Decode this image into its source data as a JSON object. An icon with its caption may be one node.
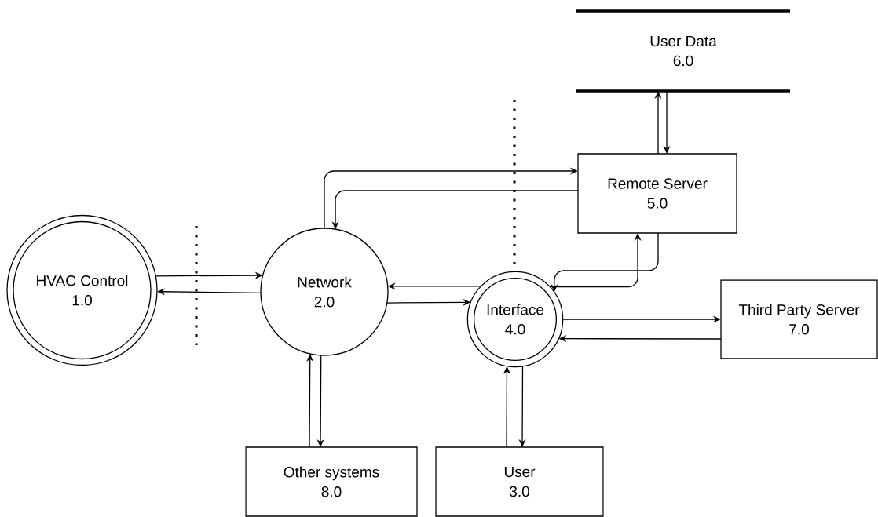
{
  "diagram": {
    "nodes": [
      {
        "text": [
          "User Data",
          "6.0"
        ]
      },
      {
        "text": [
          "Remote Server",
          "5.0"
        ]
      },
      {
        "text": [
          "HVAC Control",
          "1.0"
        ]
      },
      {
        "text": [
          "Network",
          "2.0"
        ]
      },
      {
        "text": [
          "Interface",
          "4.0"
        ]
      },
      {
        "text": [
          "Third Party Server",
          "7.0"
        ]
      },
      {
        "text": [
          "Other systems",
          "8.0"
        ]
      },
      {
        "text": [
          "User",
          "3.0"
        ]
      }
    ],
    "edges": [
      {
        "from": 2,
        "to": 3,
        "arrow": "to"
      },
      {
        "from": 3,
        "to": 2,
        "arrow": "to"
      },
      {
        "from": 3,
        "to": 1,
        "arrow": "to"
      },
      {
        "from": 1,
        "to": 3,
        "arrow": "to"
      },
      {
        "from": 1,
        "to": 0,
        "arrow": "to"
      },
      {
        "from": 0,
        "to": 1,
        "arrow": "to"
      },
      {
        "from": 4,
        "to": 3,
        "arrow": "to"
      },
      {
        "from": 4,
        "to": 1,
        "arrow": "to"
      },
      {
        "from": 1,
        "to": 4,
        "arrow": "to"
      },
      {
        "from": 3,
        "to": 4,
        "arrow": "to"
      },
      {
        "from": 4,
        "to": 5,
        "arrow": "to"
      },
      {
        "from": 5,
        "to": 4,
        "arrow": "to"
      },
      {
        "from": 6,
        "to": 3,
        "arrow": "to"
      },
      {
        "from": 3,
        "to": 6,
        "arrow": "to"
      },
      {
        "from": 7,
        "to": 4,
        "arrow": "to"
      },
      {
        "from": 4,
        "to": 7,
        "arrow": "to"
      }
    ]
  }
}
